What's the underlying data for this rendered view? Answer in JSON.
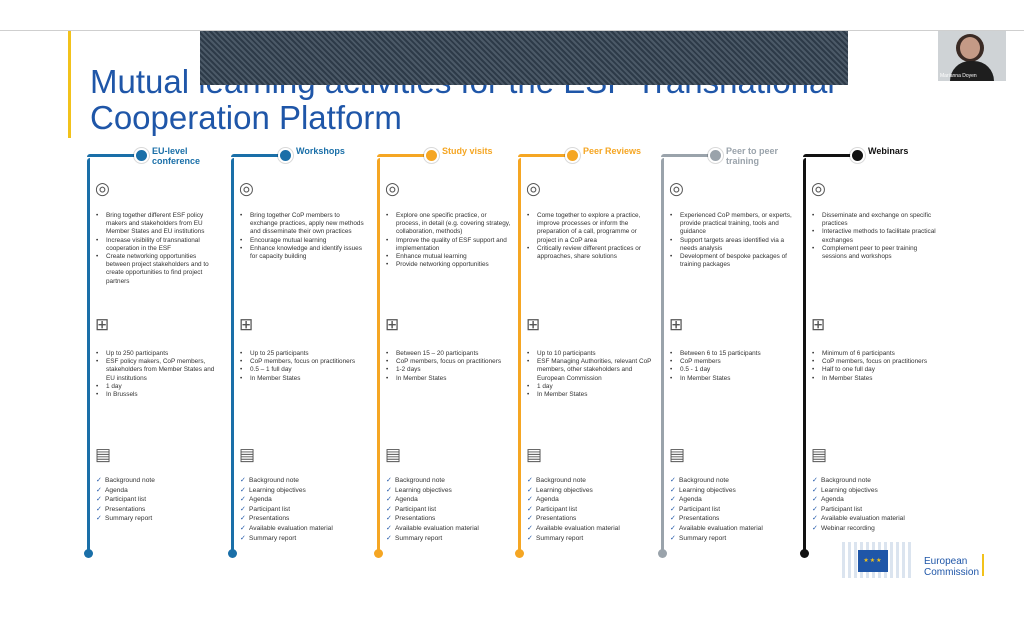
{
  "title": "Mutual learning activities for the ESF Transnational Cooperation Platform",
  "video": {
    "name": "Marianna Doyen"
  },
  "columns": [
    {
      "label": "EU-level conference",
      "color": "#1a6fa8",
      "icon_top": "target-icon",
      "objectives": [
        "Bring together different ESF policy makers and stakeholders from EU Member States and EU institutions",
        "Increase visibility of transnational cooperation in the ESF",
        "Create networking opportunities between project stakeholders and to create opportunities to find project partners"
      ],
      "format": [
        "Up to 250 participants",
        "ESF policy makers, CoP members, stakeholders from Member States and EU institutions",
        "1 day",
        "In Brussels"
      ],
      "outputs": [
        "Background note",
        "Agenda",
        "Participant list",
        "Presentations",
        "Summary report"
      ]
    },
    {
      "label": "Workshops",
      "color": "#1a6fa8",
      "objectives": [
        "Bring together CoP members to exchange practices, apply new methods and disseminate their own practices",
        "Encourage mutual learning",
        "Enhance knowledge and identify issues for capacity building"
      ],
      "format": [
        "Up to 25 participants",
        "CoP members, focus on practitioners",
        "0.5 – 1 full day",
        "In Member States"
      ],
      "outputs": [
        "Background note",
        "Learning objectives",
        "Agenda",
        "Participant list",
        "Presentations",
        "Available evaluation material",
        "Summary report"
      ]
    },
    {
      "label": "Study visits",
      "color": "#f5a623",
      "objectives": [
        "Explore one specific practice, or process, in detail (e.g. covering strategy, collaboration, methods)",
        "Improve the quality of ESF support and implementation",
        "Enhance mutual learning",
        "Provide networking opportunities"
      ],
      "format": [
        "Between 15 – 20 participants",
        "CoP members, focus on practitioners",
        "1-2 days",
        "In Member States"
      ],
      "outputs": [
        "Background note",
        "Learning objectives",
        "Agenda",
        "Participant list",
        "Presentations",
        "Available evaluation material",
        "Summary report"
      ]
    },
    {
      "label": "Peer Reviews",
      "color": "#f5a623",
      "objectives": [
        "Come together to explore a practice, improve processes or inform the preparation of a call, programme or project in a CoP area",
        "Critically review different practices or approaches, share solutions"
      ],
      "format": [
        "Up to 10 participants",
        "ESF Managing Authorities, relevant CoP members, other stakeholders and European Commission",
        "1 day",
        "In Member States"
      ],
      "outputs": [
        "Background note",
        "Learning objectives",
        "Agenda",
        "Participant list",
        "Presentations",
        "Available evaluation material",
        "Summary report"
      ]
    },
    {
      "label": "Peer to peer training",
      "color": "#9aa3ab",
      "objectives": [
        "Experienced CoP members, or experts, provide practical training, tools and guidance",
        "Support targets areas identified via a needs analysis",
        "Development of bespoke packages of training packages"
      ],
      "format": [
        "Between 6 to 15 participants",
        "CoP members",
        "0.5 - 1 day",
        "In Member States"
      ],
      "outputs": [
        "Background note",
        "Learning objectives",
        "Agenda",
        "Participant list",
        "Presentations",
        "Available evaluation material",
        "Summary report"
      ]
    },
    {
      "label": "Webinars",
      "color": "#111111",
      "objectives": [
        "Disseminate and exchange on specific practices",
        "Interactive methods to facilitate practical exchanges",
        "Complement peer to peer training sessions and workshops"
      ],
      "format": [
        "Minimum of 6 participants",
        "CoP members, focus on practitioners",
        "Half to one full day",
        "In Member States"
      ],
      "outputs": [
        "Background note",
        "Learning objectives",
        "Agenda",
        "Participant list",
        "Available evaluation material",
        "Webinar recording"
      ]
    }
  ],
  "logo": {
    "line1": "European",
    "line2": "Commission"
  },
  "icons": {
    "target": "target-icon",
    "org": "org-chart-icon",
    "books": "books-icon",
    "check": "check-icon"
  }
}
